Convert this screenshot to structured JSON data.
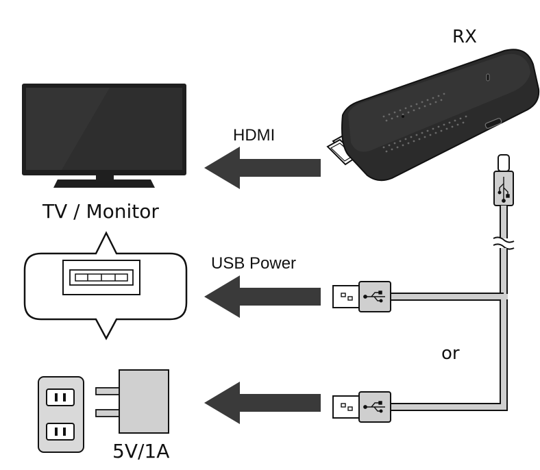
{
  "labels": {
    "rx": "RX",
    "hdmi": "HDMI",
    "tv_monitor": "TV / Monitor",
    "usb_power": "USB Power",
    "or": "or",
    "adapter_rating": "5V/1A"
  },
  "colors": {
    "arrow": "#3a3a3a",
    "device_body": "#2b2b2b",
    "cable_fill": "#cfcfcf",
    "connector_fill": "#bdbdbd",
    "outline": "#1a1a1a"
  },
  "icons": {
    "usb_symbol": "usb-trident-icon"
  }
}
